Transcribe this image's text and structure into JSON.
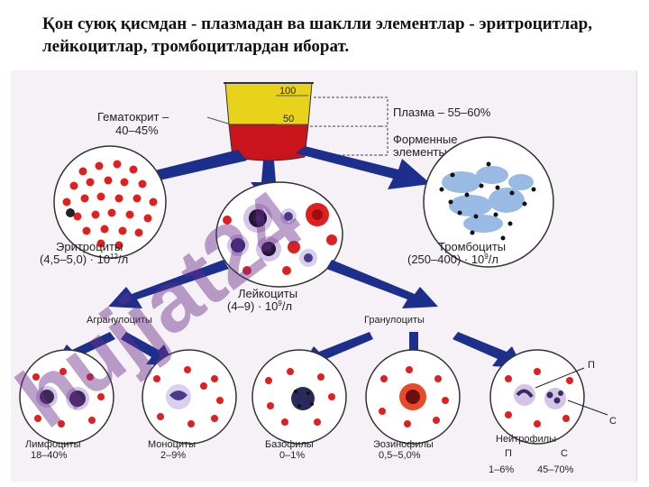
{
  "slide": {
    "title": "Қон суюқ қисмдан - плазмадан ва шаклли элементлар - эритроцитлар, лейкоцитлар, тромбоцитлардан иборат."
  },
  "beaker": {
    "mark_100": "100",
    "mark_50": "50",
    "hematocrit_line1": "Гематокрит –",
    "hematocrit_line2": "40–45%",
    "plasma": "Плазма – 55–60%",
    "formed_line1": "Форменные",
    "formed_line2": "элементы – 40–45%",
    "colors": {
      "plasma": "#e8d21c",
      "cells": "#c8141a"
    }
  },
  "erythrocytes": {
    "name": "Эритроциты",
    "count": "(4,5–5,0) · 10",
    "exp": "12",
    "unit": "/л"
  },
  "thrombocytes": {
    "name": "Тромбоциты",
    "count": "(250–400) · 10",
    "exp": "9",
    "unit": "/л"
  },
  "leukocytes": {
    "name": "Лейкоциты",
    "count": "(4–9) · 10",
    "exp": "9",
    "unit": "/л"
  },
  "groups": {
    "agranulocytes": "Агранулоциты",
    "granulocytes": "Гранулоциты"
  },
  "cells": {
    "lymphocytes": {
      "name": "Лимфоциты",
      "pct": "18–40%"
    },
    "monocytes": {
      "name": "Моноциты",
      "pct": "2–9%"
    },
    "basophils": {
      "name": "Базофилы",
      "pct": "0–1%"
    },
    "eosinophils": {
      "name": "Эозинофилы",
      "pct": "0,5–5,0%"
    },
    "neutrophils": {
      "name": "Нейтрофилы",
      "label_p": "П",
      "label_c": "С",
      "sub_p": "П",
      "sub_c": "С",
      "pct_p": "1–6%",
      "pct_c": "45–70%"
    }
  },
  "watermark": "hujjat24",
  "colors": {
    "arrow": "#1c2f8c",
    "rbc": "#e02020",
    "watermark": "#6b2e8c"
  }
}
